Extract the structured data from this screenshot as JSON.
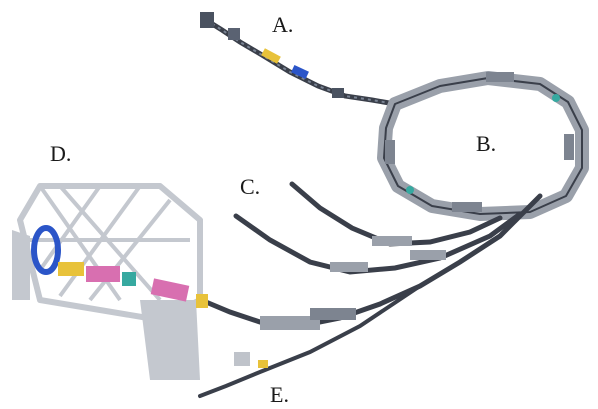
{
  "labels": {
    "a": "A.",
    "b": "B.",
    "c": "C.",
    "d": "D.",
    "e": "E."
  },
  "colors": {
    "background": "#ffffff",
    "beamline": "#3a3f4a",
    "ring_segment": "#9aa0aa",
    "gantry_frame": "#c4c8cf",
    "accent_blue": "#2b55c8",
    "accent_magenta": "#d86fb0",
    "accent_yellow": "#e8c23a",
    "accent_teal": "#36a9a0"
  }
}
